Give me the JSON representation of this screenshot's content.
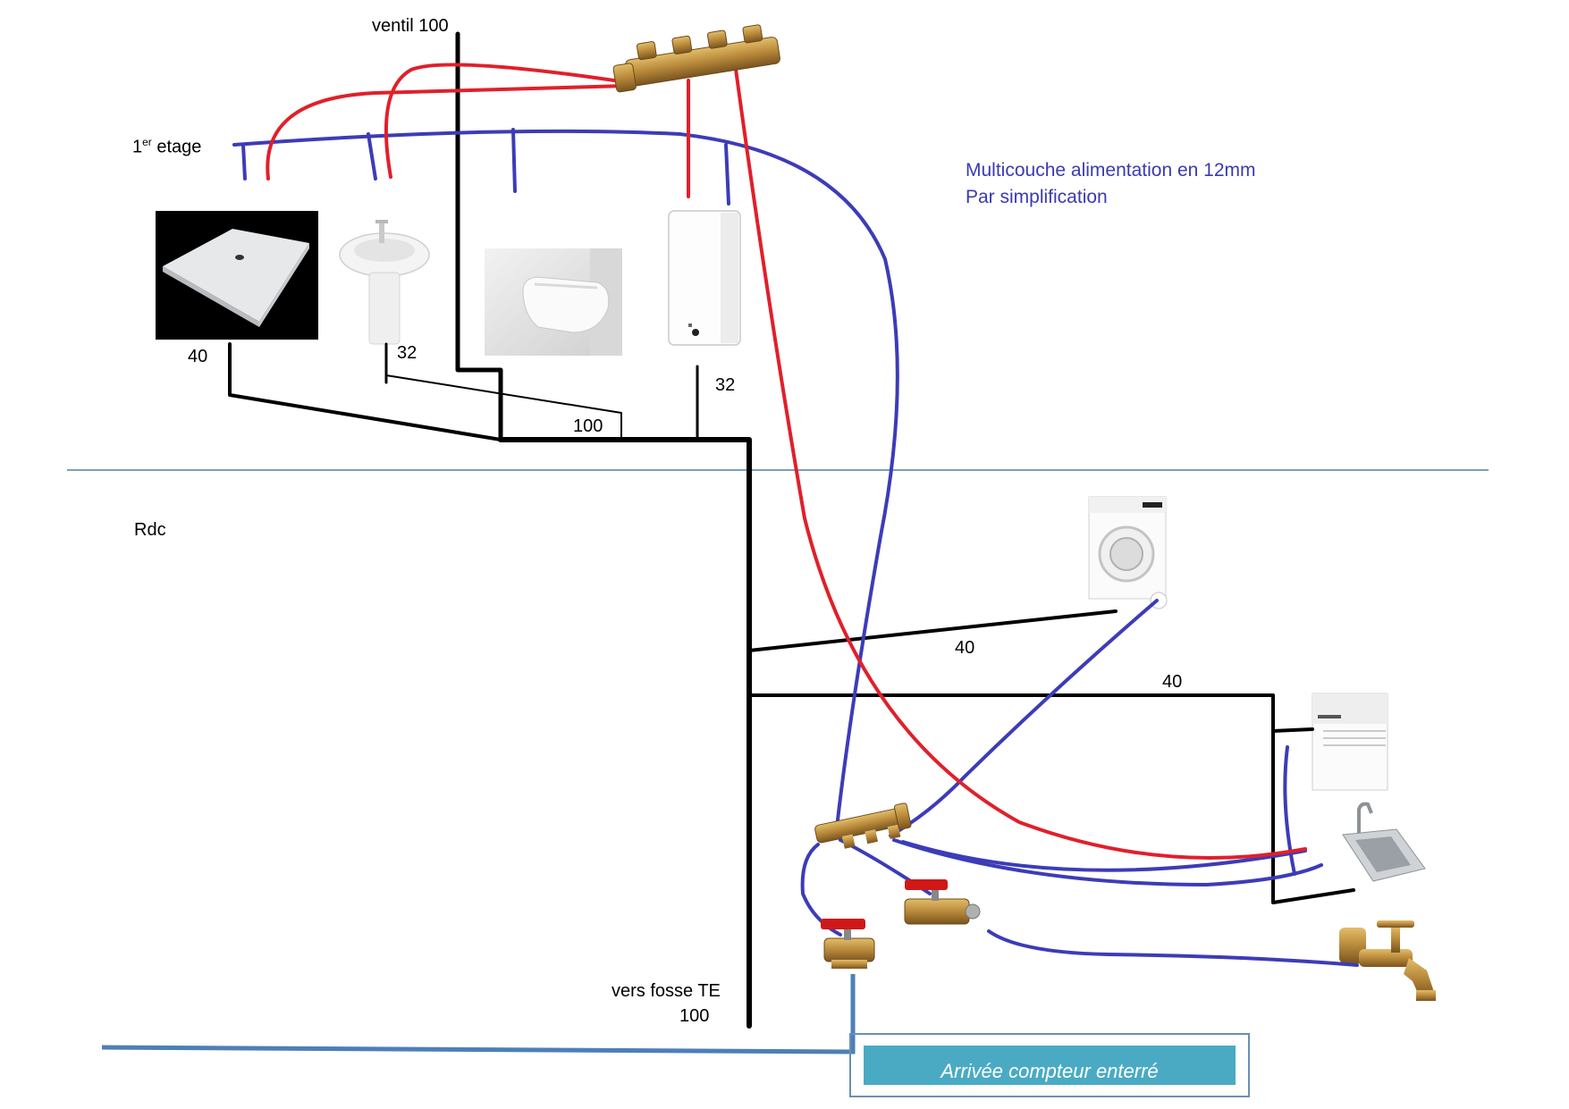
{
  "floors": {
    "upper": "1er etage",
    "upper_prefix": "1",
    "upper_sup": "er",
    "upper_suffix": " etage",
    "ground": "Rdc"
  },
  "pipe_labels": {
    "vent": "ventil 100",
    "shower_drain": "40",
    "sink_drain": "32",
    "main_branch": "100",
    "heater_drain": "32",
    "washer_drain": "40",
    "kitchen_drain": "40",
    "outlet_line1": "vers fosse TE",
    "outlet_line2": "100"
  },
  "note": {
    "line1": "Multicouche alimentation en 12mm",
    "line2": "Par simplification"
  },
  "meter_box": "Arrivée compteur enterré",
  "fixtures": [
    "shower-tray",
    "washbasin",
    "wall-toilet",
    "water-heater",
    "washing-machine",
    "dishwasher",
    "kitchen-sink",
    "outdoor-tap",
    "manifold",
    "ball-valve"
  ],
  "colors": {
    "hot_water": "#e0202a",
    "cold_water": "#3c3cb8",
    "drain": "#000000",
    "supply": "#4d7fb8",
    "floor_line": "#7aa0b8",
    "brass": "#b8893a",
    "note_text": "#3a3ab0",
    "meter_box_fill": "#4aaac4"
  }
}
